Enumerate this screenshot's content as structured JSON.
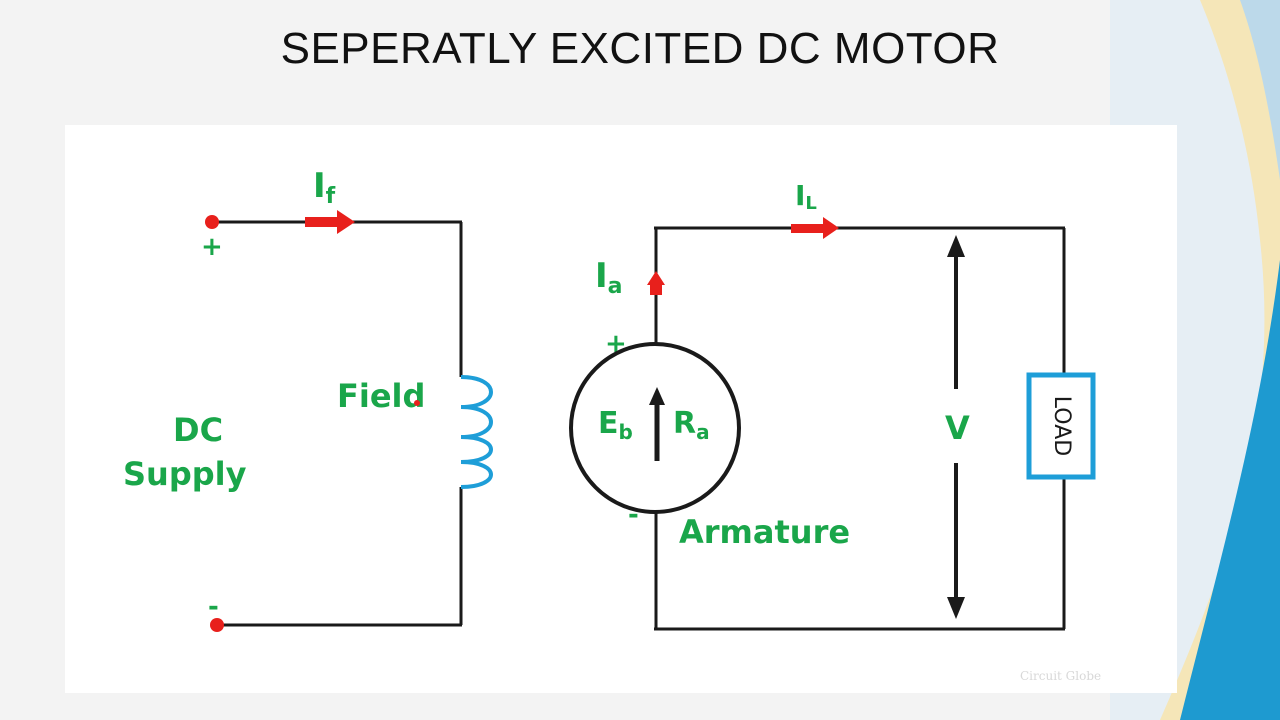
{
  "slide": {
    "title": "SEPERATLY EXCITED DC MOTOR"
  },
  "diagram": {
    "source_label": "DC",
    "source_label_2": "Supply",
    "plus": "+",
    "minus": "-",
    "field_current": "I",
    "field_current_sub": "f",
    "field_label": "Field",
    "armature_current": "I",
    "armature_current_sub": "a",
    "armature_plus": "+",
    "armature_minus": "-",
    "back_emf": "E",
    "back_emf_sub": "b",
    "armature_resistance": "R",
    "armature_resistance_sub": "a",
    "armature_label": "Armature",
    "load_current": "I",
    "load_current_sub": "L",
    "voltage_label": "V",
    "load_label": "LOAD",
    "credit": "Circuit Globe"
  },
  "colors": {
    "wire": "#1a1a1a",
    "label_green": "#1aa64a",
    "arrow_red": "#e8201c",
    "coil_blue": "#1e9ed8",
    "load_blue": "#1e9ed8",
    "brush_red": "#e8201c"
  }
}
